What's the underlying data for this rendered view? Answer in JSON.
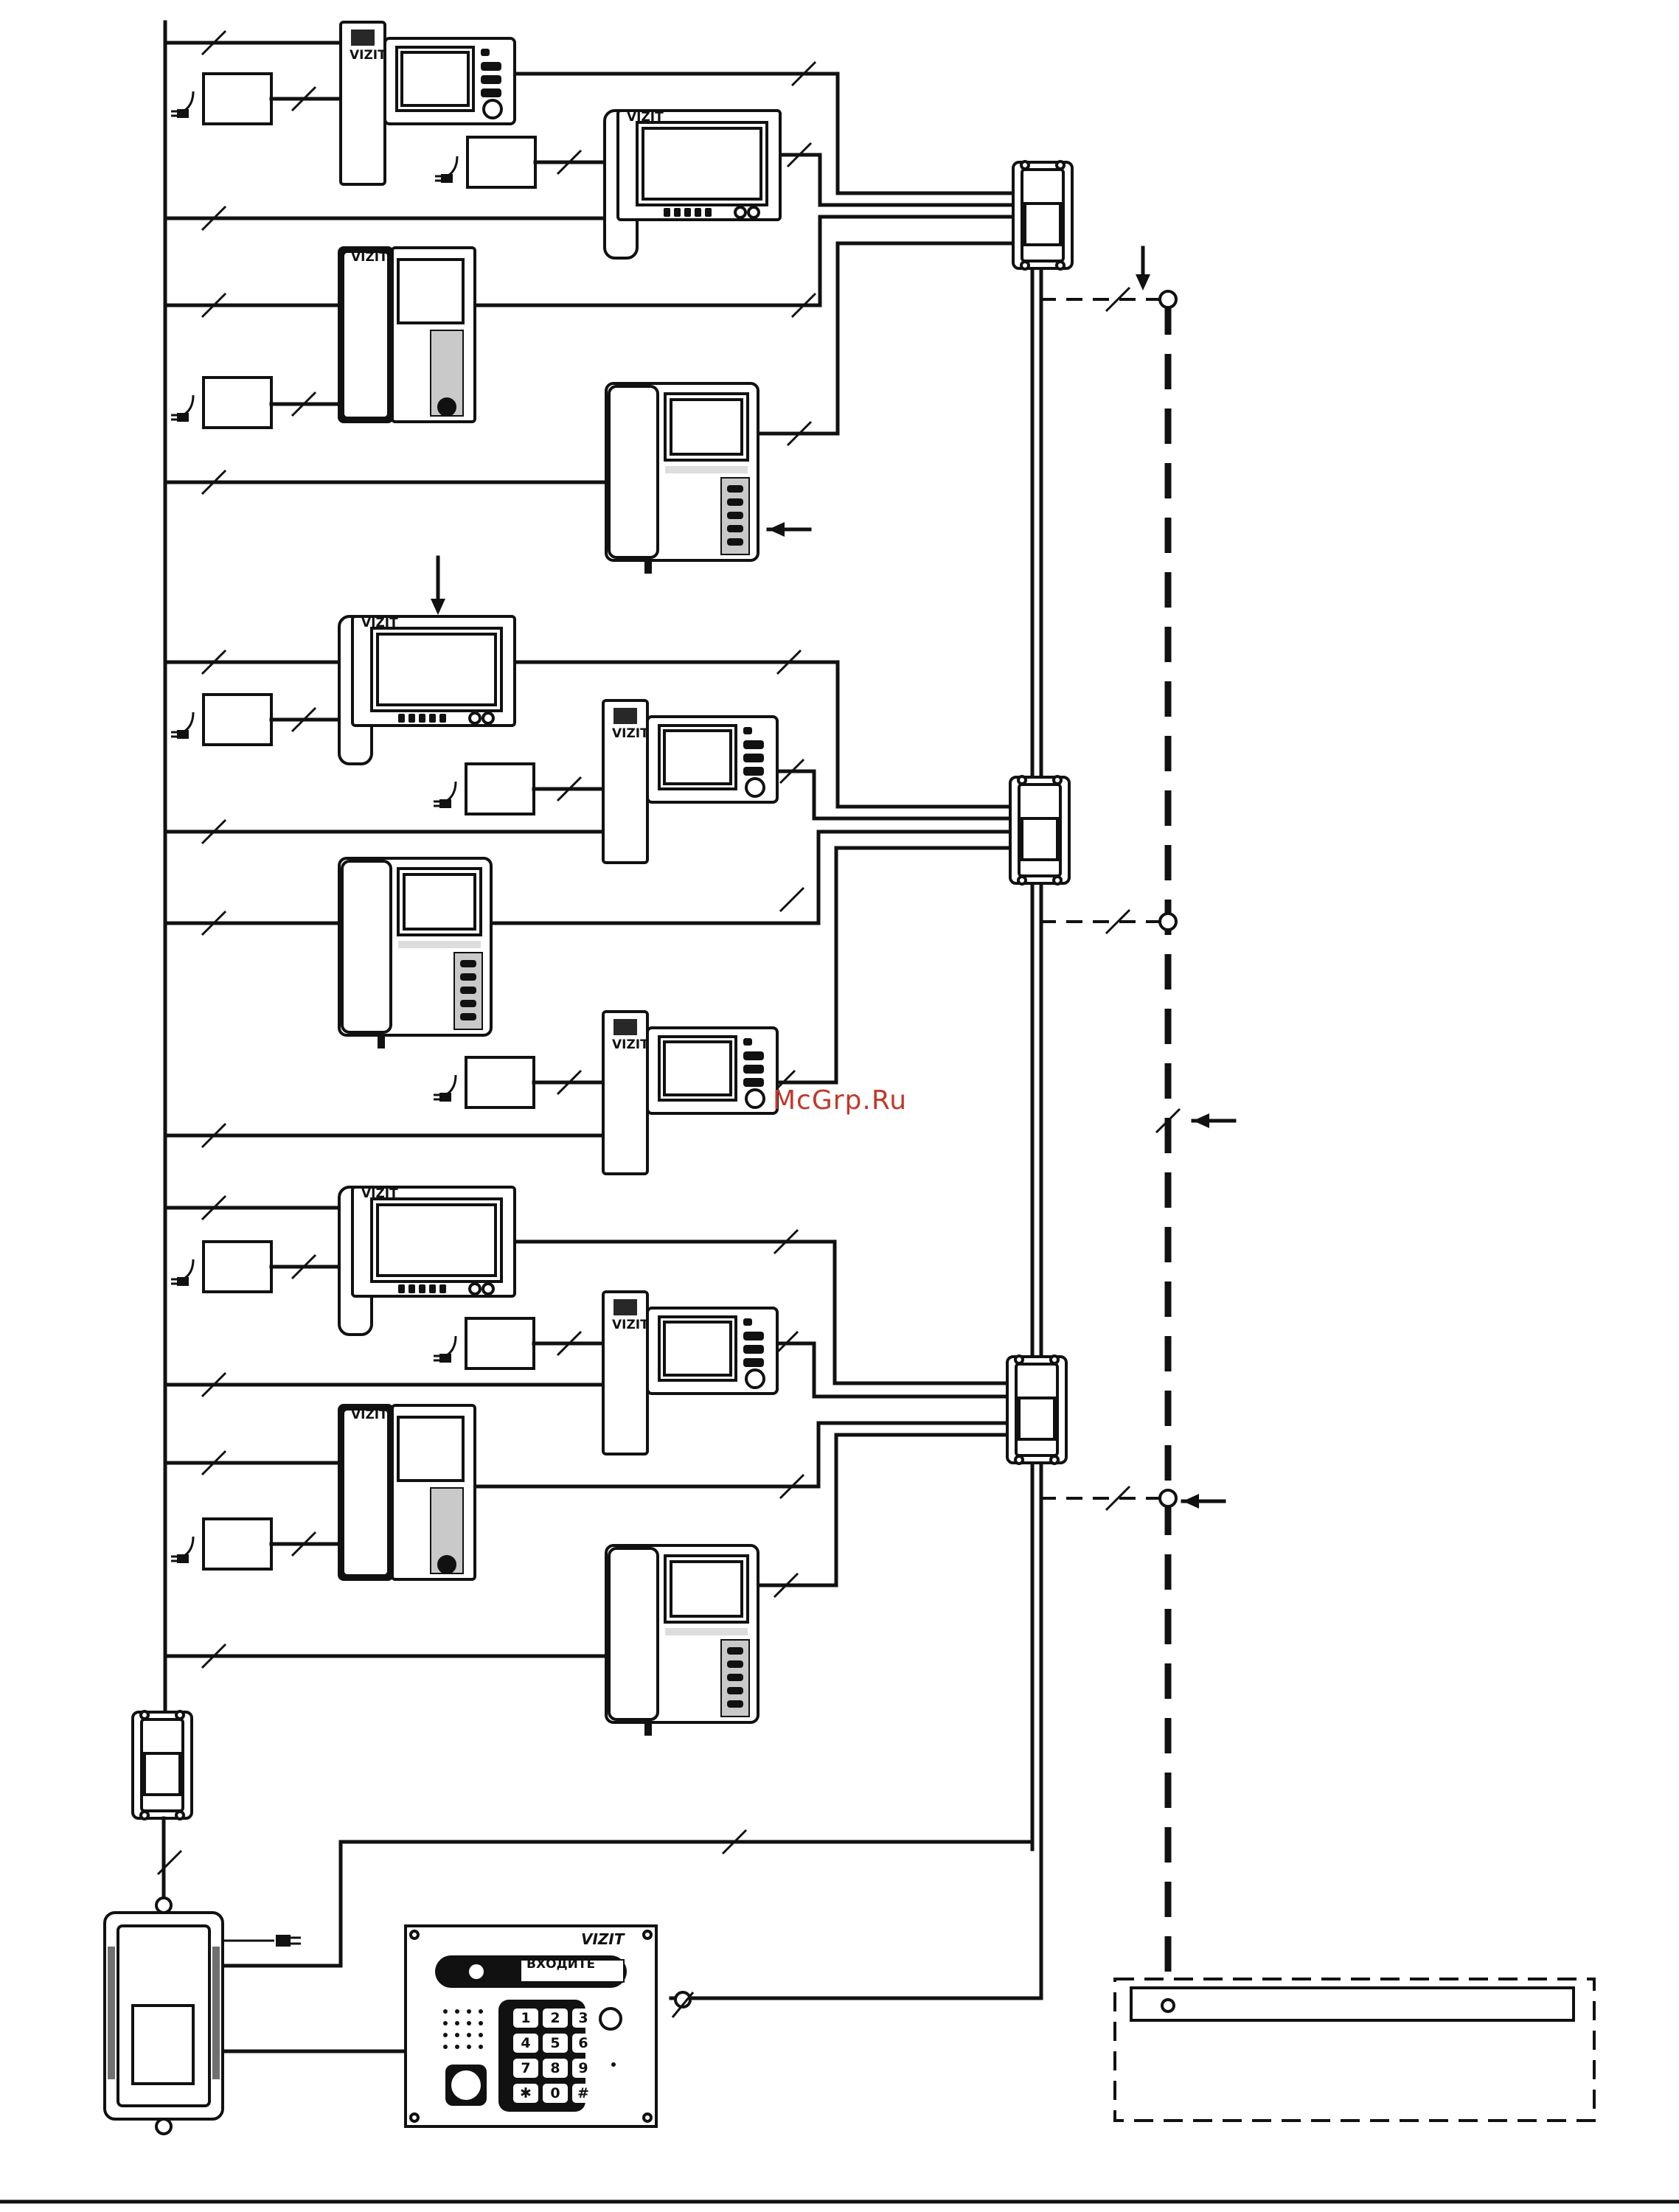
{
  "watermark": "McGrp.Ru",
  "brand": "VIZIT",
  "call_panel": {
    "display_text": "ВХОДИТЕ",
    "keypad": [
      "1",
      "2",
      "3",
      "4",
      "5",
      "6",
      "7",
      "8",
      "9",
      "✱",
      "0",
      "#"
    ]
  },
  "icons": [
    "plug-icon",
    "arrow-icon"
  ]
}
